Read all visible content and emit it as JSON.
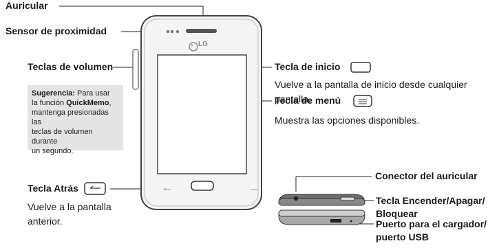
{
  "labels": {
    "auricular": "Auricular",
    "sensor": "Sensor de proximidad",
    "volumen": "Teclas de volumen",
    "atras": "Tecla Atrás",
    "atras_desc_1": "Vuelve a la pantalla",
    "atras_desc_2": "anterior.",
    "inicio": "Tecla de inicio",
    "inicio_desc_1": "Vuelve a la pantalla de inicio desde cualquier",
    "inicio_desc_2": "pantalla.",
    "menu": "Tecla de menú",
    "menu_desc": "Muestra las opciones disponibles.",
    "conector": "Conector del auricular",
    "encender_1": "Tecla Encender/Apagar/",
    "encender_2": "Bloquear",
    "cargador_1": "Puerto para el cargador/",
    "cargador_2": "puerto USB"
  },
  "tip": {
    "title": "Sugerencia:",
    "line1": " Para usar",
    "line2_pre": "la función ",
    "line2_bold": "QuickMemo",
    "line2_post": ",",
    "line3": "mantenga presionadas las",
    "line4": "teclas de volumen durante",
    "line5": "un segundo."
  },
  "phone": {
    "logo": "LG"
  }
}
